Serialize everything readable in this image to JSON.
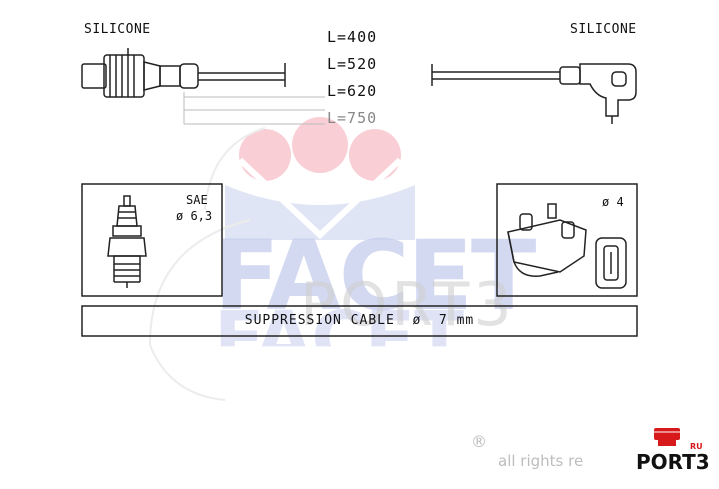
{
  "labels": {
    "left_silicone": "SILICONE",
    "right_silicone": "SILICONE",
    "lengths": [
      "L=400",
      "L=520",
      "L=620",
      "L=750"
    ],
    "sae": "SAE",
    "sae_diameter": "ø 6,3",
    "coil_diameter": "ø 4",
    "cable": "SUPPRESSION CABLE  ø  7 mm"
  },
  "watermark": {
    "brand": "FACET",
    "overlay": "PORT3",
    "copyright": "®",
    "rights": "all rights re",
    "logo_text": "PORT3",
    "logo_suffix": "RU"
  },
  "colors": {
    "facet_pink": "#f5a8b4",
    "facet_blue": "#b9c4e6",
    "logo_red": "#d8191b",
    "line": "#222222"
  }
}
